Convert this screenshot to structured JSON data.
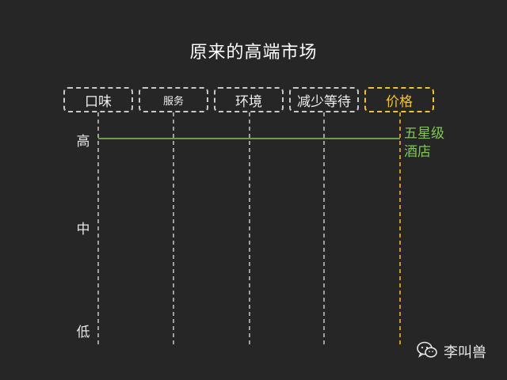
{
  "title": "原来的高端市场",
  "columns": [
    {
      "label": "口味"
    },
    {
      "label": "服务"
    },
    {
      "label": "环境"
    },
    {
      "label": "减少等待"
    },
    {
      "label": "价格"
    }
  ],
  "levels": {
    "high": "高",
    "mid": "中",
    "low": "低"
  },
  "hotel": {
    "line1": "五星级",
    "line2": "酒店"
  },
  "watermark": {
    "text": "李叫兽",
    "icon": "wechat-icon"
  },
  "colors": {
    "background": "#262626",
    "dashed_line": "#c8c8c8",
    "price_highlight": "#f3c131",
    "hotel_line": "#7fc757"
  }
}
